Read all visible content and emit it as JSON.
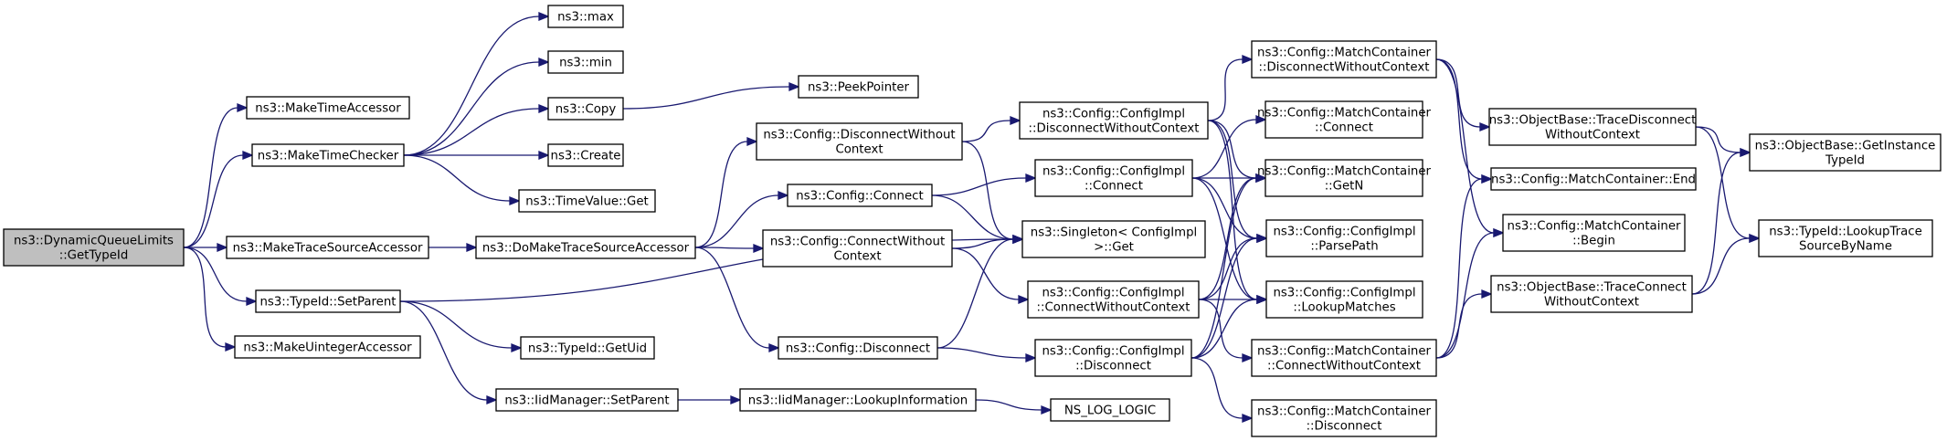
{
  "colors": {
    "edge": "#191970",
    "node_border": "#000000",
    "root_fill": "#bfbfbf",
    "node_fill": "#ffffff"
  },
  "nodes": [
    {
      "id": "root",
      "lines": [
        "ns3::DynamicQueueLimits",
        "::GetTypeId"
      ]
    },
    {
      "id": "maketimeaccessor",
      "lines": [
        "ns3::MakeTimeAccessor"
      ]
    },
    {
      "id": "maketimechecker",
      "lines": [
        "ns3::MakeTimeChecker"
      ]
    },
    {
      "id": "maketracesourceaccessor",
      "lines": [
        "ns3::MakeTraceSourceAccessor"
      ]
    },
    {
      "id": "typeid-setparent",
      "lines": [
        "ns3::TypeId::SetParent"
      ]
    },
    {
      "id": "makeuintegeraccessor",
      "lines": [
        "ns3::MakeUintegerAccessor"
      ]
    },
    {
      "id": "max",
      "lines": [
        "ns3::max"
      ]
    },
    {
      "id": "min",
      "lines": [
        "ns3::min"
      ]
    },
    {
      "id": "copy",
      "lines": [
        "ns3::Copy"
      ]
    },
    {
      "id": "create",
      "lines": [
        "ns3::Create"
      ]
    },
    {
      "id": "timevalue-get",
      "lines": [
        "ns3::TimeValue::Get"
      ]
    },
    {
      "id": "peekpointer",
      "lines": [
        "ns3::PeekPointer"
      ]
    },
    {
      "id": "domaketracesourceaccessor",
      "lines": [
        "ns3::DoMakeTraceSourceAccessor"
      ]
    },
    {
      "id": "typeid-getuid",
      "lines": [
        "ns3::TypeId::GetUid"
      ]
    },
    {
      "id": "iidmanager-setparent",
      "lines": [
        "ns3::IidManager::SetParent"
      ]
    },
    {
      "id": "iidmanager-lookupinformation",
      "lines": [
        "ns3::IidManager::LookupInformation"
      ]
    },
    {
      "id": "ns-log-logic",
      "lines": [
        "NS_LOG_LOGIC"
      ]
    },
    {
      "id": "config-disconnectwithoutcontext",
      "lines": [
        "ns3::Config::DisconnectWithout",
        "Context"
      ]
    },
    {
      "id": "config-connect",
      "lines": [
        "ns3::Config::Connect"
      ]
    },
    {
      "id": "config-connectwithoutcontext",
      "lines": [
        "ns3::Config::ConnectWithout",
        "Context"
      ]
    },
    {
      "id": "config-disconnect",
      "lines": [
        "ns3::Config::Disconnect"
      ]
    },
    {
      "id": "configimpl-disconnectwithoutcontext",
      "lines": [
        "ns3::Config::ConfigImpl",
        "::DisconnectWithoutContext"
      ]
    },
    {
      "id": "configimpl-connect",
      "lines": [
        "ns3::Config::ConfigImpl",
        "::Connect"
      ]
    },
    {
      "id": "singleton-get",
      "lines": [
        "ns3::Singleton< ConfigImpl",
        " >::Get"
      ]
    },
    {
      "id": "configimpl-connectwithoutcontext",
      "lines": [
        "ns3::Config::ConfigImpl",
        "::ConnectWithoutContext"
      ]
    },
    {
      "id": "configimpl-disconnect",
      "lines": [
        "ns3::Config::ConfigImpl",
        "::Disconnect"
      ]
    },
    {
      "id": "mc-disconnectwithoutcontext",
      "lines": [
        "ns3::Config::MatchContainer",
        "::DisconnectWithoutContext"
      ]
    },
    {
      "id": "mc-connect",
      "lines": [
        "ns3::Config::MatchContainer",
        "::Connect"
      ]
    },
    {
      "id": "mc-getn",
      "lines": [
        "ns3::Config::MatchContainer",
        "::GetN"
      ]
    },
    {
      "id": "configimpl-parsepath",
      "lines": [
        "ns3::Config::ConfigImpl",
        "::ParsePath"
      ]
    },
    {
      "id": "configimpl-lookupmatches",
      "lines": [
        "ns3::Config::ConfigImpl",
        "::LookupMatches"
      ]
    },
    {
      "id": "mc-connectwithoutcontext",
      "lines": [
        "ns3::Config::MatchContainer",
        "::ConnectWithoutContext"
      ]
    },
    {
      "id": "mc-disconnect",
      "lines": [
        "ns3::Config::MatchContainer",
        "::Disconnect"
      ]
    },
    {
      "id": "objectbase-tracedisconnectwithoutcontext",
      "lines": [
        "ns3::ObjectBase::TraceDisconnect",
        "WithoutContext"
      ]
    },
    {
      "id": "mc-end",
      "lines": [
        "ns3::Config::MatchContainer::End"
      ]
    },
    {
      "id": "mc-begin",
      "lines": [
        "ns3::Config::MatchContainer",
        "::Begin"
      ]
    },
    {
      "id": "objectbase-traceconnectwithoutcontext",
      "lines": [
        "ns3::ObjectBase::TraceConnect",
        "WithoutContext"
      ]
    },
    {
      "id": "objectbase-getinstancetypeid",
      "lines": [
        "ns3::ObjectBase::GetInstance",
        "TypeId"
      ]
    },
    {
      "id": "typeid-lookuptracesourcebyname",
      "lines": [
        "ns3::TypeId::LookupTrace",
        "SourceByName"
      ]
    }
  ],
  "edges": [
    [
      "root",
      "maketimeaccessor"
    ],
    [
      "root",
      "maketimechecker"
    ],
    [
      "root",
      "maketracesourceaccessor"
    ],
    [
      "root",
      "typeid-setparent"
    ],
    [
      "root",
      "makeuintegeraccessor"
    ],
    [
      "maketimechecker",
      "max"
    ],
    [
      "maketimechecker",
      "min"
    ],
    [
      "maketimechecker",
      "copy"
    ],
    [
      "maketimechecker",
      "create"
    ],
    [
      "maketimechecker",
      "timevalue-get"
    ],
    [
      "copy",
      "peekpointer"
    ],
    [
      "maketracesourceaccessor",
      "domaketracesourceaccessor"
    ],
    [
      "typeid-setparent",
      "typeid-getuid"
    ],
    [
      "typeid-setparent",
      "iidmanager-setparent"
    ],
    [
      "typeid-setparent",
      "singleton-get"
    ],
    [
      "iidmanager-setparent",
      "iidmanager-lookupinformation"
    ],
    [
      "iidmanager-lookupinformation",
      "ns-log-logic"
    ],
    [
      "domaketracesourceaccessor",
      "config-disconnectwithoutcontext"
    ],
    [
      "domaketracesourceaccessor",
      "config-connect"
    ],
    [
      "domaketracesourceaccessor",
      "config-connectwithoutcontext"
    ],
    [
      "domaketracesourceaccessor",
      "config-disconnect"
    ],
    [
      "config-disconnectwithoutcontext",
      "configimpl-disconnectwithoutcontext"
    ],
    [
      "config-disconnectwithoutcontext",
      "singleton-get"
    ],
    [
      "config-connect",
      "configimpl-connect"
    ],
    [
      "config-connect",
      "singleton-get"
    ],
    [
      "config-connectwithoutcontext",
      "configimpl-connectwithoutcontext"
    ],
    [
      "config-connectwithoutcontext",
      "singleton-get"
    ],
    [
      "config-disconnect",
      "configimpl-disconnect"
    ],
    [
      "config-disconnect",
      "singleton-get"
    ],
    [
      "configimpl-disconnectwithoutcontext",
      "mc-disconnectwithoutcontext"
    ],
    [
      "configimpl-disconnectwithoutcontext",
      "mc-getn"
    ],
    [
      "configimpl-disconnectwithoutcontext",
      "configimpl-parsepath"
    ],
    [
      "configimpl-disconnectwithoutcontext",
      "configimpl-lookupmatches"
    ],
    [
      "configimpl-connect",
      "mc-connect"
    ],
    [
      "configimpl-connect",
      "mc-getn"
    ],
    [
      "configimpl-connect",
      "configimpl-parsepath"
    ],
    [
      "configimpl-connect",
      "configimpl-lookupmatches"
    ],
    [
      "configimpl-connectwithoutcontext",
      "mc-connectwithoutcontext"
    ],
    [
      "configimpl-connectwithoutcontext",
      "mc-getn"
    ],
    [
      "configimpl-connectwithoutcontext",
      "configimpl-parsepath"
    ],
    [
      "configimpl-connectwithoutcontext",
      "configimpl-lookupmatches"
    ],
    [
      "configimpl-disconnect",
      "mc-disconnect"
    ],
    [
      "configimpl-disconnect",
      "mc-getn"
    ],
    [
      "configimpl-disconnect",
      "configimpl-parsepath"
    ],
    [
      "configimpl-disconnect",
      "configimpl-lookupmatches"
    ],
    [
      "mc-disconnectwithoutcontext",
      "objectbase-tracedisconnectwithoutcontext"
    ],
    [
      "mc-disconnectwithoutcontext",
      "mc-end"
    ],
    [
      "mc-disconnectwithoutcontext",
      "mc-begin"
    ],
    [
      "mc-connectwithoutcontext",
      "objectbase-traceconnectwithoutcontext"
    ],
    [
      "mc-connectwithoutcontext",
      "mc-end"
    ],
    [
      "mc-connectwithoutcontext",
      "mc-begin"
    ],
    [
      "objectbase-tracedisconnectwithoutcontext",
      "objectbase-getinstancetypeid"
    ],
    [
      "objectbase-tracedisconnectwithoutcontext",
      "typeid-lookuptracesourcebyname"
    ],
    [
      "objectbase-traceconnectwithoutcontext",
      "objectbase-getinstancetypeid"
    ],
    [
      "objectbase-traceconnectwithoutcontext",
      "typeid-lookuptracesourcebyname"
    ]
  ]
}
